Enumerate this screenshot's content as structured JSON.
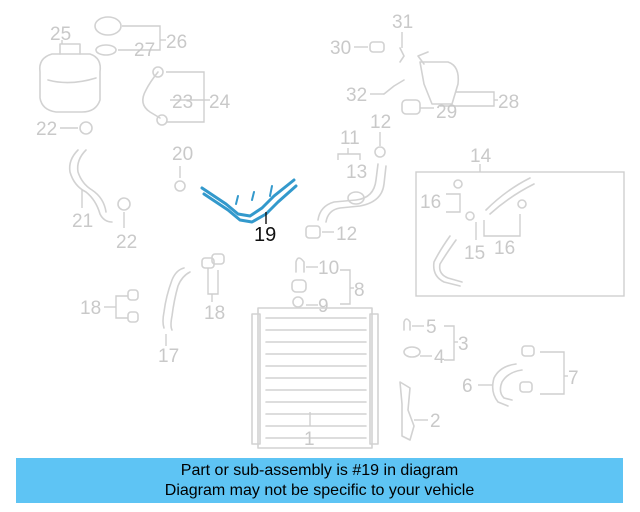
{
  "diagram": {
    "callouts": {
      "c1": "1",
      "c2": "2",
      "c3": "3",
      "c4": "4",
      "c5": "5",
      "c6": "6",
      "c7": "7",
      "c8": "8",
      "c9": "9",
      "c10": "10",
      "c11": "11",
      "c12a": "12",
      "c12b": "12",
      "c13": "13",
      "c14": "14",
      "c15": "15",
      "c16a": "16",
      "c16b": "16",
      "c17": "17",
      "c18a": "18",
      "c18b": "18",
      "c19": "19",
      "c20": "20",
      "c21": "21",
      "c22a": "22",
      "c22b": "22",
      "c23": "23",
      "c24": "24",
      "c25": "25",
      "c26": "26",
      "c27": "27",
      "c28": "28",
      "c29": "29",
      "c30": "30",
      "c31": "31",
      "c32": "32"
    },
    "highlighted_part": "19",
    "highlight_color": "#3399cc",
    "line_color": "#cfcfcf"
  },
  "banner": {
    "line1": "Part or sub-assembly is #19 in diagram",
    "line2": "Diagram may not be specific to your vehicle",
    "background": "#5ec4f4"
  }
}
